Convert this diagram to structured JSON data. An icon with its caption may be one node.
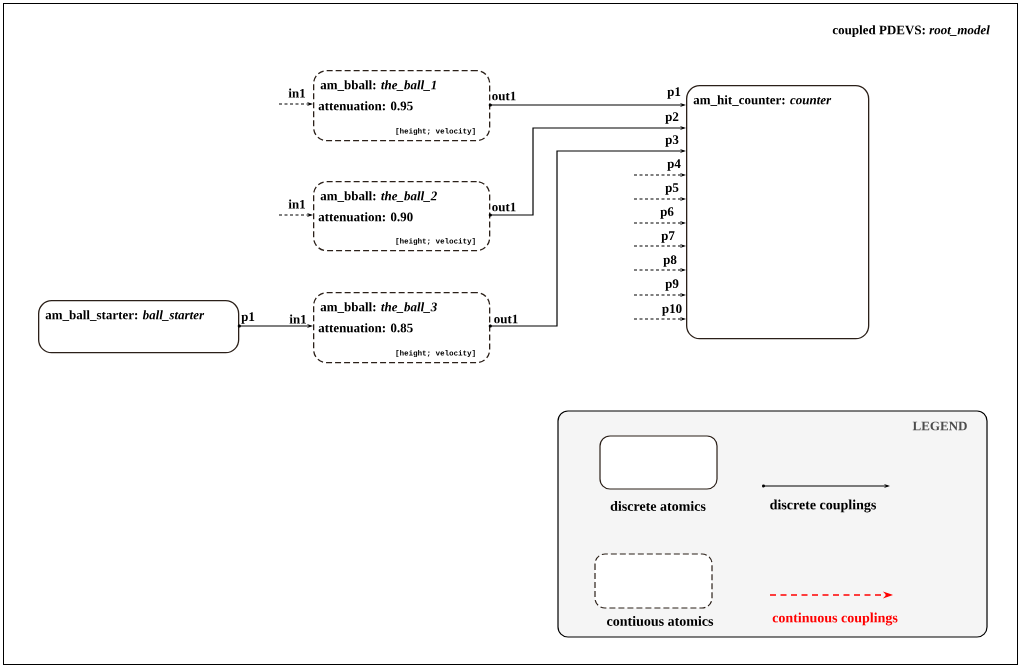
{
  "diagram": {
    "nodes": [
      {
        "text": [
          "coupled PDEVS: *root_model*"
        ]
      },
      {
        "text": [
          "am_bball: *the_ball_1*",
          "attenuation: 0.95",
          "[height; velocity]"
        ],
        "in": 0
      },
      {
        "text": [
          "am_bball: *the_ball_2*",
          "attenuation: 0.90",
          "[height; velocity]"
        ],
        "in": 0
      },
      {
        "text": [
          "am_ball_starter: *ball_starter*"
        ],
        "in": 0
      },
      {
        "text": [
          "am_bball: *the_ball_3*",
          "attenuation: 0.85",
          "[height; velocity]"
        ],
        "in": 0
      },
      {
        "text": [
          "am_hit_counter: *counter*"
        ],
        "in": 0
      }
    ],
    "edges": [
      {
        "from": 1,
        "to": 5,
        "arrow": "to"
      },
      {
        "from": 2,
        "to": 5,
        "arrow": "to"
      },
      {
        "from": 4,
        "to": 5,
        "arrow": "to"
      },
      {
        "from": 3,
        "to": 4,
        "arrow": "to"
      },
      {
        "from": null,
        "to": 1,
        "arrow": "to",
        "style": "dashed"
      },
      {
        "from": null,
        "to": 2,
        "arrow": "to",
        "style": "dashed"
      },
      {
        "from": null,
        "to": 5,
        "arrow": "to",
        "style": "dashed"
      },
      {
        "from": null,
        "to": 5,
        "arrow": "to",
        "style": "dashed"
      },
      {
        "from": null,
        "to": 5,
        "arrow": "to",
        "style": "dashed"
      },
      {
        "from": null,
        "to": 5,
        "arrow": "to",
        "style": "dashed"
      },
      {
        "from": null,
        "to": 5,
        "arrow": "to",
        "style": "dashed"
      },
      {
        "from": null,
        "to": 5,
        "arrow": "to",
        "style": "dashed"
      },
      {
        "from": null,
        "to": 5,
        "arrow": "to",
        "style": "dashed"
      }
    ],
    "labels": [
      "in1",
      "out1",
      "p1",
      "p2",
      "p3",
      "p4",
      "p5",
      "in1",
      "out1",
      "p6",
      "p7",
      "p8",
      "p9",
      "p10",
      "p1",
      "in1",
      "out1",
      "LEGEND"
    ],
    "legend": [
      {
        "text": "discrete atomics"
      },
      {
        "text": "discrete couplings"
      },
      {
        "text": "contiuous atomics"
      },
      {
        "text": "continuous couplings"
      }
    ]
  }
}
